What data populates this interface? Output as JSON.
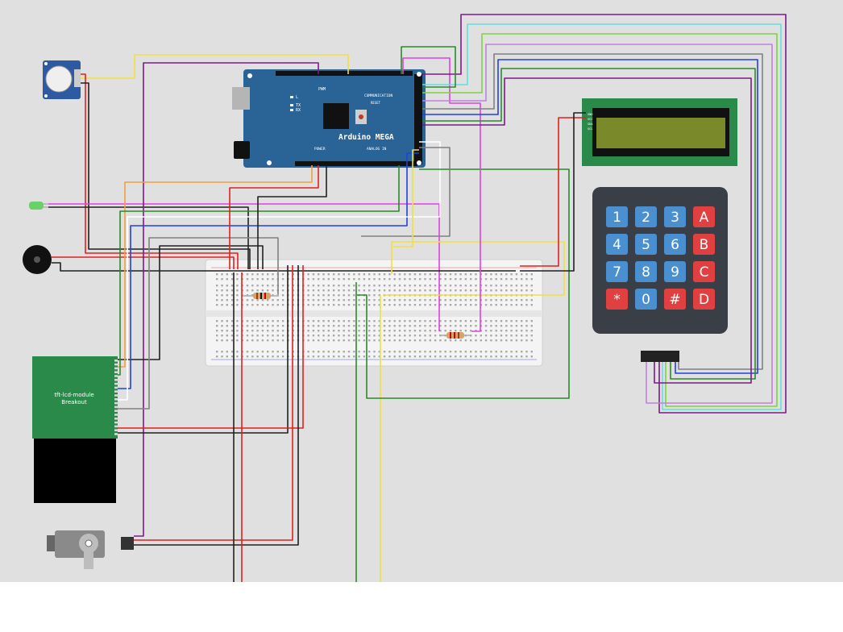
{
  "arduino": {
    "name": "Arduino MEGA",
    "label_pwm": "PWM",
    "label_communication": "COMMUNICATION",
    "label_power": "POWER",
    "label_analog_in": "ANALOG IN",
    "label_l": "L",
    "label_tx": "TX",
    "label_rx": "RX",
    "label_reset": "RESET",
    "board_color": "#2a6496"
  },
  "tft_module": {
    "label_line1": "tft-lcd-module",
    "label_line2": "Breakout",
    "board_color": "#2a8a4a"
  },
  "keypad": {
    "keys": [
      [
        "1",
        "2",
        "3",
        "A"
      ],
      [
        "4",
        "5",
        "6",
        "B"
      ],
      [
        "7",
        "8",
        "9",
        "C"
      ],
      [
        "*",
        "0",
        "#",
        "D"
      ]
    ],
    "key_color_blue": "#4a8fd0",
    "key_color_red": "#e04040",
    "body_color": "#3a3f47"
  },
  "lcd": {
    "pin_labels": [
      "GND",
      "VCC",
      "SDA",
      "SCL"
    ],
    "screen_color": "#7a8a2a"
  },
  "colors": {
    "canvas": "#e0e0e0",
    "wire_red": "#e02020",
    "wire_black": "#202020",
    "wire_yellow": "#f0e040",
    "wire_purple": "#7a1a8a",
    "wire_green": "#2a8a2a",
    "wire_blue": "#2040e0",
    "wire_gray": "#808080",
    "wire_orange": "#f0a040",
    "wire_magenta": "#e040e0",
    "wire_white": "#ffffff",
    "wire_cyan": "#60e0e0",
    "wire_lightgreen": "#80d040",
    "wire_violet": "#c080e0"
  }
}
